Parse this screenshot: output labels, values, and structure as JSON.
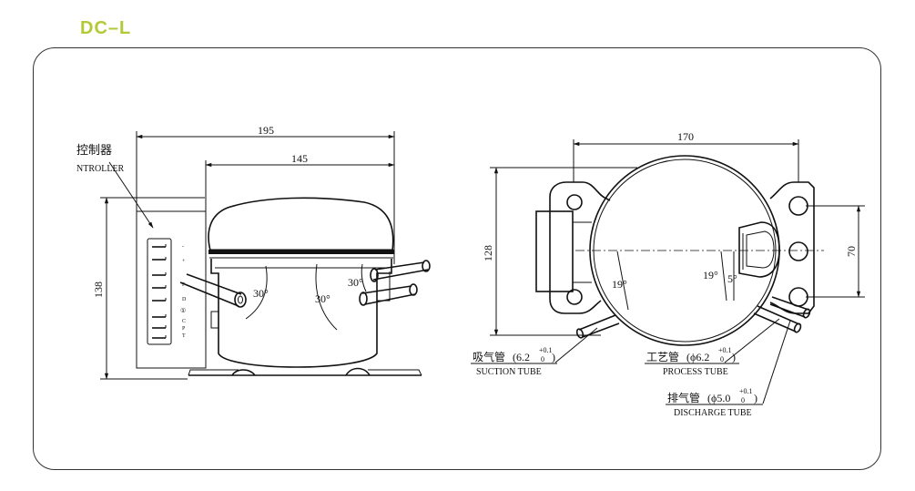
{
  "model": "DC–L",
  "side_view": {
    "controller_cn": "控制器",
    "controller_en": "NTROLLER",
    "dim_total_width": "195",
    "dim_body_width": "145",
    "dim_height": "138",
    "angle_left": "30°",
    "angle_middle": "30°",
    "angle_right": "30°",
    "panel_marks": [
      "-",
      "+",
      "F",
      "D",
      "①",
      "C",
      "P",
      "T"
    ]
  },
  "top_view": {
    "dim_mount_width": "170",
    "dim_mount_depth": "128",
    "dim_tube_spacing": "70",
    "angle_suction": "19°",
    "angle_process": "19°",
    "angle_discharge": "5°",
    "suction_cn": "吸气管",
    "suction_spec": "(6.2",
    "suction_tol_upper": "+0.1",
    "suction_tol_lower": "0",
    "suction_close": ")",
    "suction_en": "SUCTION TUBE",
    "process_cn": "工艺管",
    "process_spec": "(ϕ6.2",
    "process_tol_upper": "+0.1",
    "process_tol_lower": "0",
    "process_close": ")",
    "process_en": "PROCESS TUBE",
    "discharge_cn": "排气管",
    "discharge_spec": "(ϕ5.0",
    "discharge_tol_upper": "+0.1",
    "discharge_tol_lower": "0",
    "discharge_close": ")",
    "discharge_en": "DISCHARGE TUBE"
  }
}
